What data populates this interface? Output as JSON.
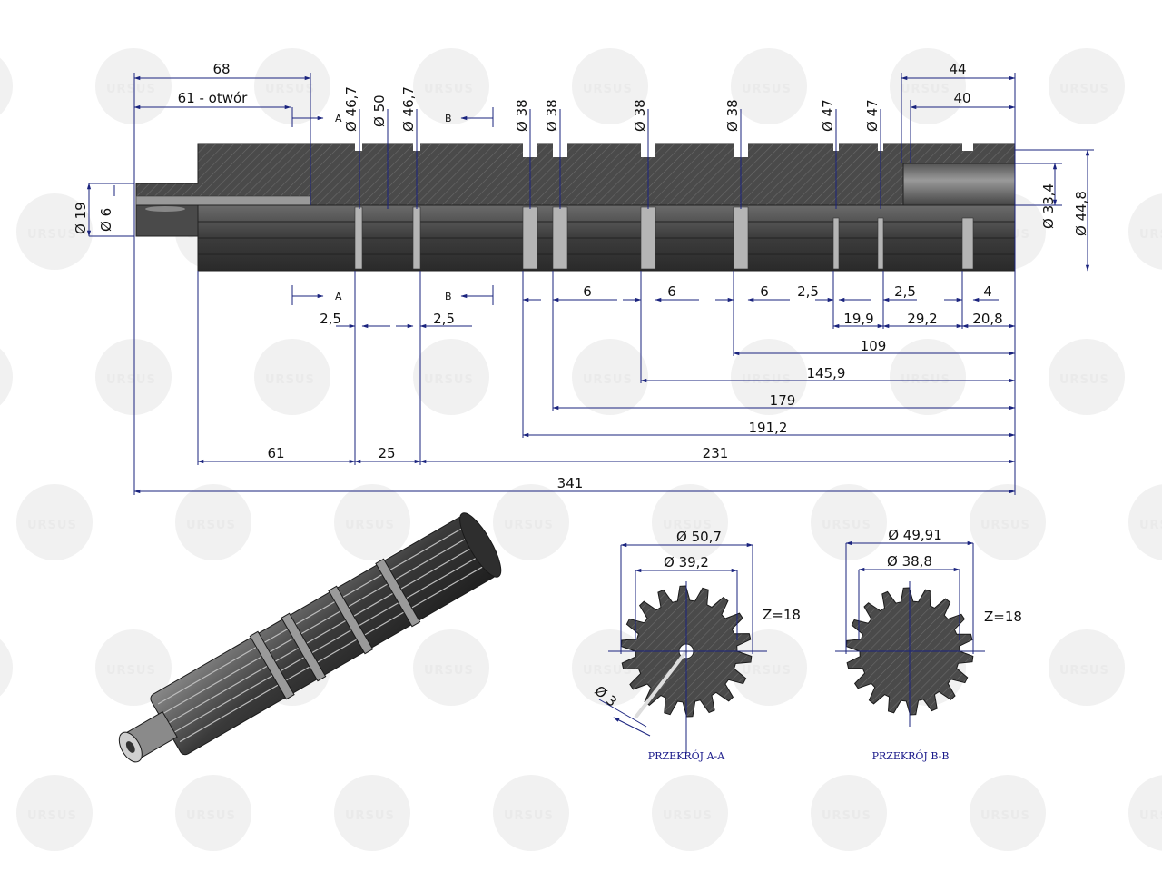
{
  "watermark": {
    "text": "URSUS",
    "color": "#e6e6e6"
  },
  "colors": {
    "dimension_line": "#1a237e",
    "part_dark": "#3a3a3a",
    "part_mid": "#5a5a5a",
    "hatch": "#777777"
  },
  "top_view": {
    "section_markers": {
      "a": "A",
      "b": "B"
    },
    "diameters_top": [
      "Ø 46,7",
      "Ø 50",
      "Ø 46,7",
      "Ø 38",
      "Ø 38",
      "Ø 38",
      "Ø 38",
      "Ø 47",
      "Ø 47"
    ],
    "diameters_left": [
      "Ø 19",
      "Ø 6"
    ],
    "diameters_right": [
      "Ø 33,4",
      "Ø 44,8"
    ],
    "dim_68": "68",
    "dim_61_hole": "61 - otwór",
    "dim_44": "44",
    "dim_40": "40",
    "groove_widths": [
      "6",
      "6",
      "6",
      "2,5",
      "2,5",
      "4"
    ],
    "dims_2_5_left": [
      "2,5",
      "2,5"
    ],
    "dims_right_chain": [
      "19,9",
      "29,2",
      "20,8"
    ],
    "dim_109": "109",
    "dim_145_9": "145,9",
    "dim_179": "179",
    "dim_191_2": "191,2",
    "chain_bottom": [
      "61",
      "25",
      "231"
    ],
    "dim_total": "341"
  },
  "section_aa": {
    "outer_diameter": "Ø 50,7",
    "root_diameter": "Ø 39,2",
    "teeth": "Z=18",
    "hole": "Ø 3",
    "caption": "PRZEKRÓJ A-A"
  },
  "section_bb": {
    "outer_diameter": "Ø 49,91",
    "root_diameter": "Ø 38,8",
    "teeth": "Z=18",
    "caption": "PRZEKRÓJ B-B"
  }
}
